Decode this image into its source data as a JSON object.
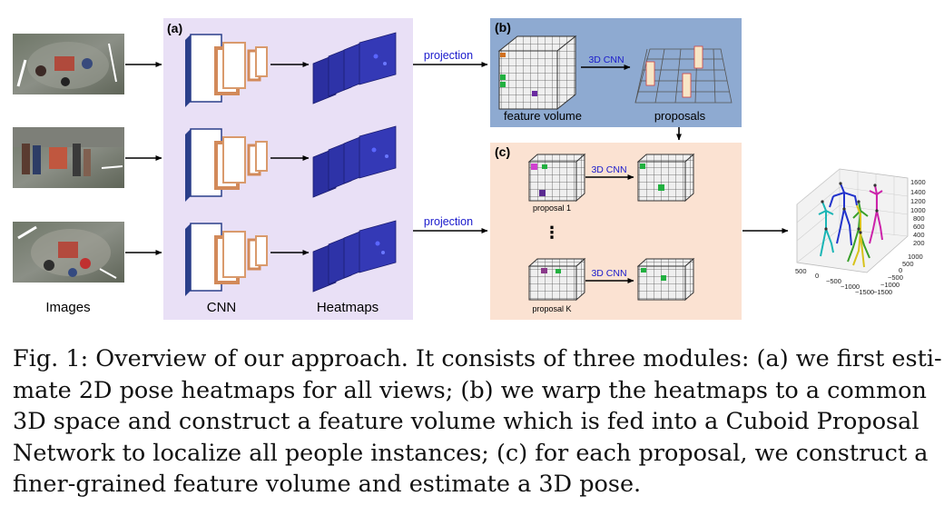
{
  "figure": {
    "images_label": "Images",
    "module_a": {
      "tag": "(a)",
      "cnn_label": "CNN",
      "heatmaps_label": "Heatmaps"
    },
    "module_b": {
      "tag": "(b)",
      "projection_label": "projection",
      "cnn3d_label": "3D CNN",
      "feature_volume_label": "feature volume",
      "proposals_label": "proposals"
    },
    "module_c": {
      "tag": "(c)",
      "projection_label": "projection",
      "cnn3d_label_1": "3D CNN",
      "cnn3d_label_2": "3D CNN",
      "proposal_1_label": "proposal 1",
      "proposal_k_label": "proposal K",
      "ellipsis": "⋮"
    },
    "pose_plot": {
      "z_ticks": [
        "1600",
        "1400",
        "1200",
        "1000",
        "800",
        "600",
        "400",
        "200"
      ],
      "y_ticks": [
        "1000",
        "500",
        "0",
        "−500",
        "−1000",
        "−1500"
      ],
      "x_ticks": [
        "500",
        "0",
        "−500",
        "−1000",
        "−1500"
      ]
    },
    "colors": {
      "module_a_bg": "#e9e0f6",
      "module_b_bg": "#8eaad1",
      "module_c_bg": "#fbe2d2",
      "projection_text": "#1a1acc",
      "heatmap": "#2b2fa0",
      "cnn_block": "#d99a6c"
    }
  },
  "caption": {
    "lines": [
      "Fig. 1: Overview of our approach. It consists of three modules: (a) we first esti-",
      "mate 2D pose heatmaps for all views; (b) we warp the heatmaps to a common",
      "3D space and construct a feature volume which is fed into a Cuboid Proposal",
      "Network to localize all people instances; (c) for each proposal, we construct a",
      "finer-grained feature volume and estimate a 3D pose."
    ]
  }
}
